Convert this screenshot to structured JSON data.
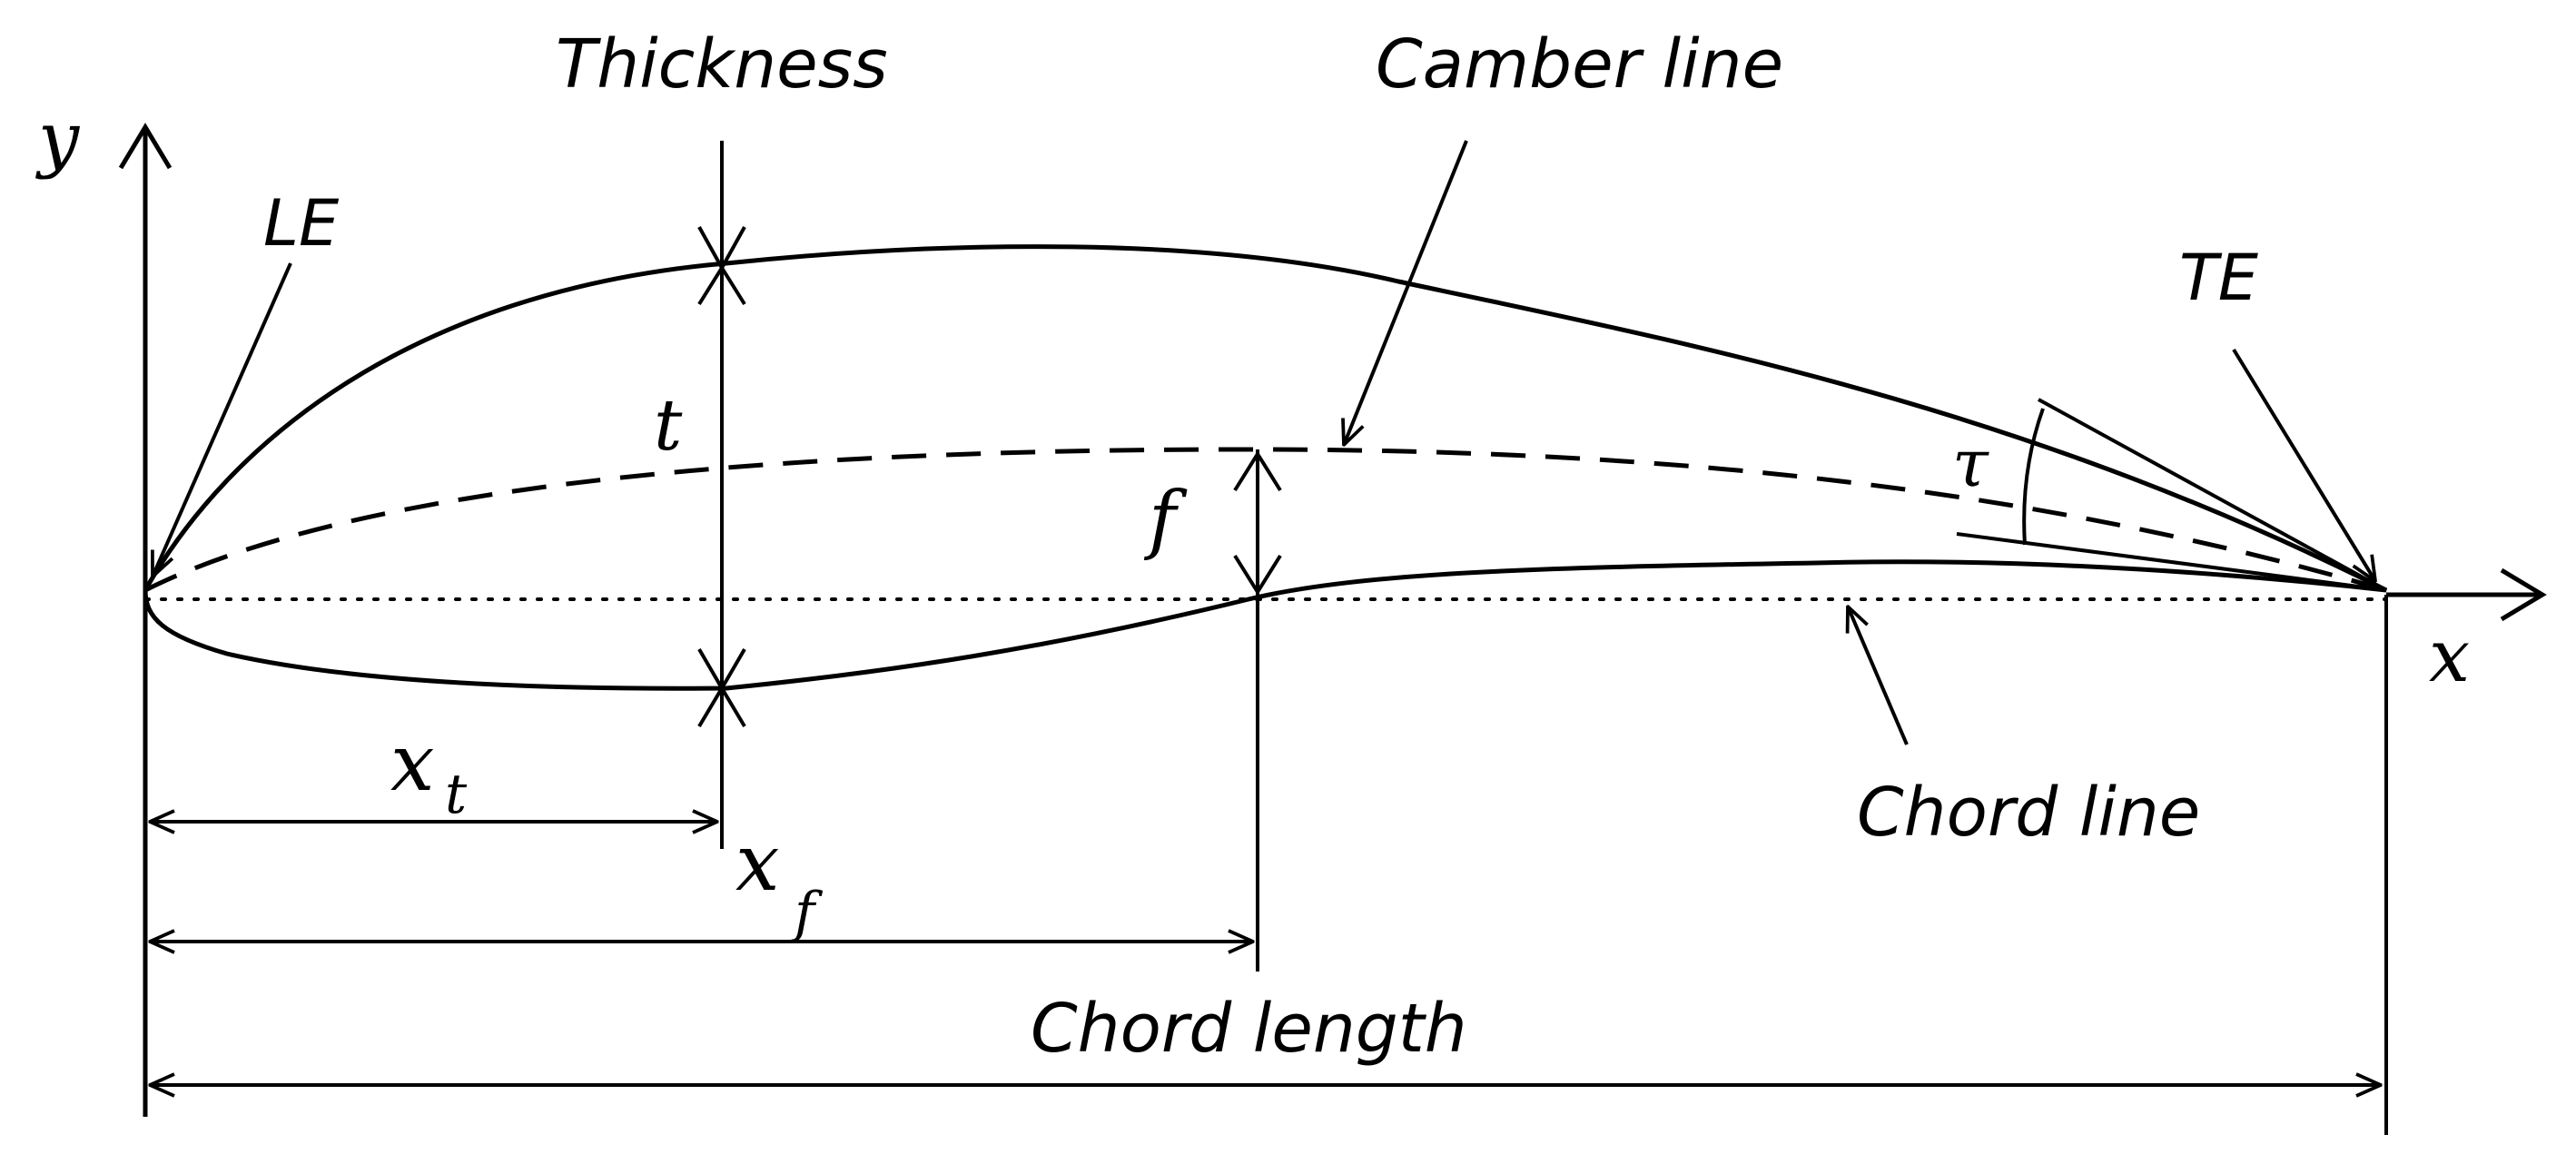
{
  "labels": {
    "thickness": "Thickness",
    "camber_line": "Camber line",
    "y_axis": "y",
    "x_axis": "x",
    "le": "LE",
    "te": "TE",
    "t": "t",
    "tau": "τ",
    "f": "f",
    "x_t_base": "x",
    "x_t_sub": "t",
    "x_f_base": "x",
    "x_f_sub": "f",
    "chord_line": "Chord line",
    "chord_length": "Chord length"
  },
  "colors": {
    "ink": "#000000",
    "background": "#ffffff"
  }
}
